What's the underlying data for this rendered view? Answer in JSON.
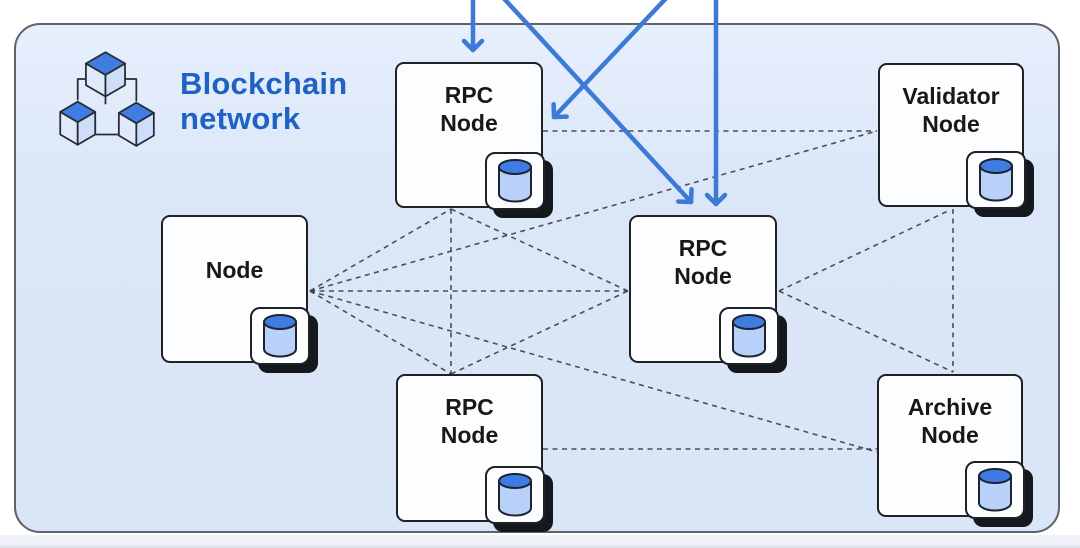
{
  "title": {
    "lines": [
      "Blockchain",
      "network"
    ]
  },
  "nodes": {
    "rpc_top": {
      "lines": [
        "RPC",
        "Node"
      ]
    },
    "validator": {
      "lines": [
        "Validator",
        "Node"
      ]
    },
    "node": {
      "lines": [
        "Node"
      ]
    },
    "rpc_center": {
      "lines": [
        "RPC",
        "Node"
      ]
    },
    "rpc_bottom": {
      "lines": [
        "RPC",
        "Node"
      ]
    },
    "archive": {
      "lines": [
        "Archive",
        "Node"
      ]
    }
  },
  "icons": {
    "logo": "blockchain-cubes-icon",
    "database": "database-cylinder-icon",
    "arrowhead": "chevron-arrowhead"
  },
  "colors": {
    "title": "#2062c4",
    "arrow": "#3d79d6",
    "dash": "#3f4347",
    "panel_bg": "#dbe7f9",
    "panel_border": "#5f6368",
    "card_border": "#1f2124",
    "cylinder_top": "#3e7ce2",
    "cylinder_body": "#b9d0f8",
    "shadow": "#15181c"
  },
  "diagram": {
    "mesh_links": [
      [
        "node",
        "rpc_top"
      ],
      [
        "node",
        "rpc_center"
      ],
      [
        "node",
        "rpc_bottom"
      ],
      [
        "node",
        "validator"
      ],
      [
        "node",
        "archive"
      ],
      [
        "rpc_top",
        "rpc_bottom"
      ],
      [
        "rpc_top",
        "rpc_center"
      ],
      [
        "rpc_bottom",
        "rpc_center"
      ],
      [
        "rpc_top",
        "validator"
      ],
      [
        "rpc_bottom",
        "archive"
      ],
      [
        "rpc_center",
        "validator"
      ],
      [
        "rpc_center",
        "archive"
      ],
      [
        "validator",
        "archive"
      ]
    ],
    "dashed_segments": [
      [
        310,
        291,
        451,
        209
      ],
      [
        310,
        291,
        628,
        291
      ],
      [
        310,
        291,
        451,
        374
      ],
      [
        310,
        291,
        877,
        131
      ],
      [
        310,
        291,
        877,
        452
      ],
      [
        451,
        209,
        451,
        374
      ],
      [
        451,
        209,
        628,
        291
      ],
      [
        451,
        374,
        628,
        291
      ],
      [
        543,
        131,
        877,
        131
      ],
      [
        543,
        449,
        877,
        449
      ],
      [
        779,
        291,
        950,
        210
      ],
      [
        779,
        291,
        953,
        372
      ],
      [
        953,
        209,
        953,
        372
      ]
    ],
    "incoming_arrows": [
      [
        473,
        -8,
        473,
        50
      ],
      [
        498,
        -8,
        691,
        202
      ],
      [
        672,
        -8,
        554,
        117
      ],
      [
        716,
        -8,
        716,
        204
      ]
    ]
  }
}
